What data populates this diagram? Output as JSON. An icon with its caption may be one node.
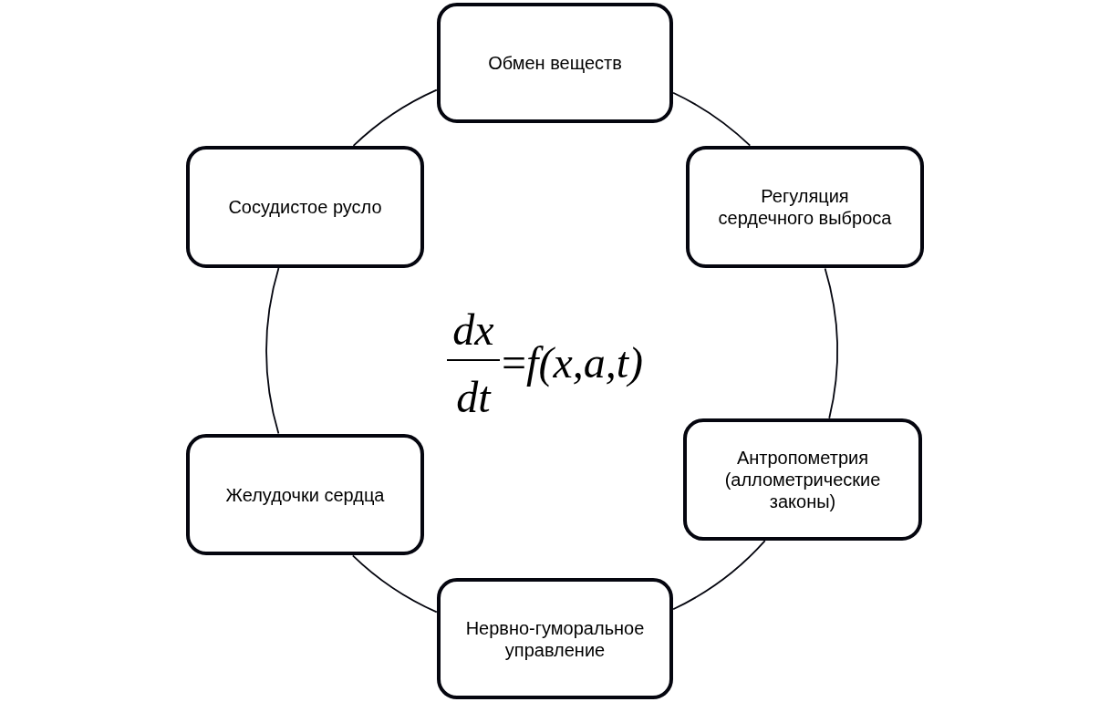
{
  "diagram": {
    "nodes": [
      {
        "text": [
          "Обмен веществ"
        ]
      },
      {
        "text": [
          "Регуляция сердечного выброса"
        ]
      },
      {
        "text": [
          "Антропометрия (аллометрические законы)"
        ]
      },
      {
        "text": [
          "Нервно-гуморальное управление"
        ]
      },
      {
        "text": [
          "Желудочки сердца"
        ]
      },
      {
        "text": [
          "Сосудистое русло"
        ]
      }
    ],
    "edges": [
      {
        "from": 0,
        "to": 1,
        "arrow": "none"
      },
      {
        "from": 1,
        "to": 2,
        "arrow": "none"
      },
      {
        "from": 2,
        "to": 3,
        "arrow": "none"
      },
      {
        "from": 3,
        "to": 4,
        "arrow": "none"
      },
      {
        "from": 4,
        "to": 5,
        "arrow": "none"
      },
      {
        "from": 5,
        "to": 0,
        "arrow": "none"
      }
    ],
    "labels": [
      "dx",
      "dt",
      "=*f(x,a,t)*"
    ]
  }
}
